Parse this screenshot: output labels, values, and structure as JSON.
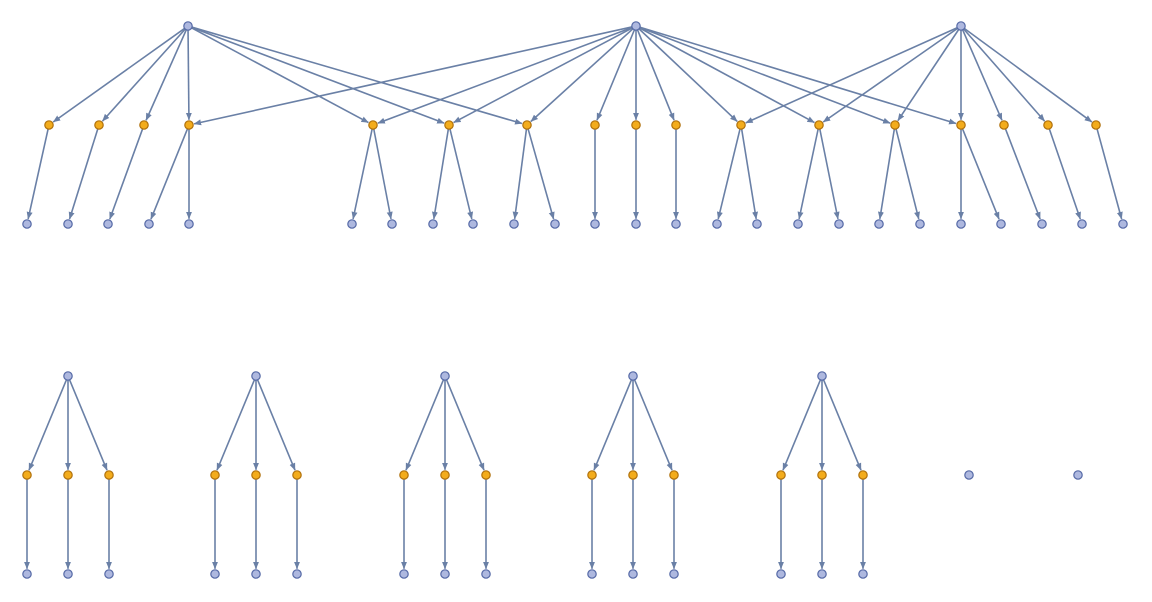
{
  "colors": {
    "edge": "#6a80a6",
    "blue_node_fill": "#aeb8df",
    "blue_node_stroke": "#5569a6",
    "orange_node_fill": "#f3ac1c",
    "orange_node_stroke": "#b0710c",
    "background": "#ffffff"
  },
  "graph": {
    "nodes": [
      {
        "id": "r1",
        "kind": "blue"
      },
      {
        "id": "r2",
        "kind": "blue"
      },
      {
        "id": "r3",
        "kind": "blue"
      },
      {
        "id": "m1",
        "kind": "orange"
      },
      {
        "id": "m2",
        "kind": "orange"
      },
      {
        "id": "m3",
        "kind": "orange"
      },
      {
        "id": "m4",
        "kind": "orange"
      },
      {
        "id": "m5",
        "kind": "orange"
      },
      {
        "id": "m6",
        "kind": "orange"
      },
      {
        "id": "m7",
        "kind": "orange"
      },
      {
        "id": "m8",
        "kind": "orange"
      },
      {
        "id": "m9",
        "kind": "orange"
      },
      {
        "id": "m10",
        "kind": "orange"
      },
      {
        "id": "m11",
        "kind": "orange"
      },
      {
        "id": "m12",
        "kind": "orange"
      },
      {
        "id": "m13",
        "kind": "orange"
      },
      {
        "id": "m14",
        "kind": "orange"
      },
      {
        "id": "m15",
        "kind": "orange"
      },
      {
        "id": "m16",
        "kind": "orange"
      },
      {
        "id": "m17",
        "kind": "orange"
      },
      {
        "id": "l1",
        "kind": "blue"
      },
      {
        "id": "l2",
        "kind": "blue"
      },
      {
        "id": "l3",
        "kind": "blue"
      },
      {
        "id": "l4",
        "kind": "blue"
      },
      {
        "id": "l5",
        "kind": "blue"
      },
      {
        "id": "l6",
        "kind": "blue"
      },
      {
        "id": "l7",
        "kind": "blue"
      },
      {
        "id": "l8",
        "kind": "blue"
      },
      {
        "id": "l9",
        "kind": "blue"
      },
      {
        "id": "l10",
        "kind": "blue"
      },
      {
        "id": "l11",
        "kind": "blue"
      },
      {
        "id": "l12",
        "kind": "blue"
      },
      {
        "id": "l13",
        "kind": "blue"
      },
      {
        "id": "l14",
        "kind": "blue"
      },
      {
        "id": "l15",
        "kind": "blue"
      },
      {
        "id": "l16",
        "kind": "blue"
      },
      {
        "id": "l17",
        "kind": "blue"
      },
      {
        "id": "l18",
        "kind": "blue"
      },
      {
        "id": "l19",
        "kind": "blue"
      },
      {
        "id": "l20",
        "kind": "blue"
      },
      {
        "id": "l21",
        "kind": "blue"
      },
      {
        "id": "l22",
        "kind": "blue"
      },
      {
        "id": "l23",
        "kind": "blue"
      },
      {
        "id": "l24",
        "kind": "blue"
      },
      {
        "id": "l25",
        "kind": "blue"
      },
      {
        "id": "l26",
        "kind": "blue"
      },
      {
        "id": "t1_r",
        "kind": "blue"
      },
      {
        "id": "t1_a",
        "kind": "orange"
      },
      {
        "id": "t1_b",
        "kind": "orange"
      },
      {
        "id": "t1_c",
        "kind": "orange"
      },
      {
        "id": "t1_la",
        "kind": "blue"
      },
      {
        "id": "t1_lb",
        "kind": "blue"
      },
      {
        "id": "t1_lc",
        "kind": "blue"
      },
      {
        "id": "t2_r",
        "kind": "blue"
      },
      {
        "id": "t2_a",
        "kind": "orange"
      },
      {
        "id": "t2_b",
        "kind": "orange"
      },
      {
        "id": "t2_c",
        "kind": "orange"
      },
      {
        "id": "t2_la",
        "kind": "blue"
      },
      {
        "id": "t2_lb",
        "kind": "blue"
      },
      {
        "id": "t2_lc",
        "kind": "blue"
      },
      {
        "id": "t3_r",
        "kind": "blue"
      },
      {
        "id": "t3_a",
        "kind": "orange"
      },
      {
        "id": "t3_b",
        "kind": "orange"
      },
      {
        "id": "t3_c",
        "kind": "orange"
      },
      {
        "id": "t3_la",
        "kind": "blue"
      },
      {
        "id": "t3_lb",
        "kind": "blue"
      },
      {
        "id": "t3_lc",
        "kind": "blue"
      },
      {
        "id": "t4_r",
        "kind": "blue"
      },
      {
        "id": "t4_a",
        "kind": "orange"
      },
      {
        "id": "t4_b",
        "kind": "orange"
      },
      {
        "id": "t4_c",
        "kind": "orange"
      },
      {
        "id": "t4_la",
        "kind": "blue"
      },
      {
        "id": "t4_lb",
        "kind": "blue"
      },
      {
        "id": "t4_lc",
        "kind": "blue"
      },
      {
        "id": "t5_r",
        "kind": "blue"
      },
      {
        "id": "t5_a",
        "kind": "orange"
      },
      {
        "id": "t5_b",
        "kind": "orange"
      },
      {
        "id": "t5_c",
        "kind": "orange"
      },
      {
        "id": "t5_la",
        "kind": "blue"
      },
      {
        "id": "t5_lb",
        "kind": "blue"
      },
      {
        "id": "t5_lc",
        "kind": "blue"
      },
      {
        "id": "iso1",
        "kind": "blue"
      },
      {
        "id": "iso2",
        "kind": "blue"
      }
    ],
    "edges": [
      [
        "r1",
        "m1"
      ],
      [
        "r1",
        "m2"
      ],
      [
        "r1",
        "m3"
      ],
      [
        "r1",
        "m4"
      ],
      [
        "r1",
        "m5"
      ],
      [
        "r1",
        "m6"
      ],
      [
        "r1",
        "m7"
      ],
      [
        "r2",
        "m4"
      ],
      [
        "r2",
        "m5"
      ],
      [
        "r2",
        "m6"
      ],
      [
        "r2",
        "m7"
      ],
      [
        "r2",
        "m8"
      ],
      [
        "r2",
        "m9"
      ],
      [
        "r2",
        "m10"
      ],
      [
        "r2",
        "m11"
      ],
      [
        "r2",
        "m12"
      ],
      [
        "r2",
        "m13"
      ],
      [
        "r2",
        "m14"
      ],
      [
        "r3",
        "m11"
      ],
      [
        "r3",
        "m12"
      ],
      [
        "r3",
        "m13"
      ],
      [
        "r3",
        "m14"
      ],
      [
        "r3",
        "m15"
      ],
      [
        "r3",
        "m16"
      ],
      [
        "r3",
        "m17"
      ],
      [
        "m1",
        "l1"
      ],
      [
        "m2",
        "l2"
      ],
      [
        "m3",
        "l3"
      ],
      [
        "m4",
        "l4"
      ],
      [
        "m4",
        "l5"
      ],
      [
        "m5",
        "l6"
      ],
      [
        "m5",
        "l7"
      ],
      [
        "m6",
        "l8"
      ],
      [
        "m6",
        "l9"
      ],
      [
        "m7",
        "l10"
      ],
      [
        "m7",
        "l11"
      ],
      [
        "m8",
        "l12"
      ],
      [
        "m9",
        "l13"
      ],
      [
        "m10",
        "l14"
      ],
      [
        "m11",
        "l15"
      ],
      [
        "m11",
        "l16"
      ],
      [
        "m12",
        "l17"
      ],
      [
        "m12",
        "l18"
      ],
      [
        "m13",
        "l19"
      ],
      [
        "m13",
        "l20"
      ],
      [
        "m14",
        "l21"
      ],
      [
        "m14",
        "l22"
      ],
      [
        "m15",
        "l23"
      ],
      [
        "m16",
        "l24"
      ],
      [
        "m17",
        "l25"
      ],
      [
        "t1_r",
        "t1_a"
      ],
      [
        "t1_r",
        "t1_b"
      ],
      [
        "t1_r",
        "t1_c"
      ],
      [
        "t1_a",
        "t1_la"
      ],
      [
        "t1_b",
        "t1_lb"
      ],
      [
        "t1_c",
        "t1_lc"
      ],
      [
        "t2_r",
        "t2_a"
      ],
      [
        "t2_r",
        "t2_b"
      ],
      [
        "t2_r",
        "t2_c"
      ],
      [
        "t2_a",
        "t2_la"
      ],
      [
        "t2_b",
        "t2_lb"
      ],
      [
        "t2_c",
        "t2_lc"
      ],
      [
        "t3_r",
        "t3_a"
      ],
      [
        "t3_r",
        "t3_b"
      ],
      [
        "t3_r",
        "t3_c"
      ],
      [
        "t3_a",
        "t3_la"
      ],
      [
        "t3_b",
        "t3_lb"
      ],
      [
        "t3_c",
        "t3_lc"
      ],
      [
        "t4_r",
        "t4_a"
      ],
      [
        "t4_r",
        "t4_b"
      ],
      [
        "t4_r",
        "t4_c"
      ],
      [
        "t4_a",
        "t4_la"
      ],
      [
        "t4_b",
        "t4_lb"
      ],
      [
        "t4_c",
        "t4_lc"
      ],
      [
        "t5_r",
        "t5_a"
      ],
      [
        "t5_r",
        "t5_b"
      ],
      [
        "t5_r",
        "t5_c"
      ],
      [
        "t5_a",
        "t5_la"
      ],
      [
        "t5_b",
        "t5_lb"
      ],
      [
        "t5_c",
        "t5_lc"
      ]
    ]
  }
}
